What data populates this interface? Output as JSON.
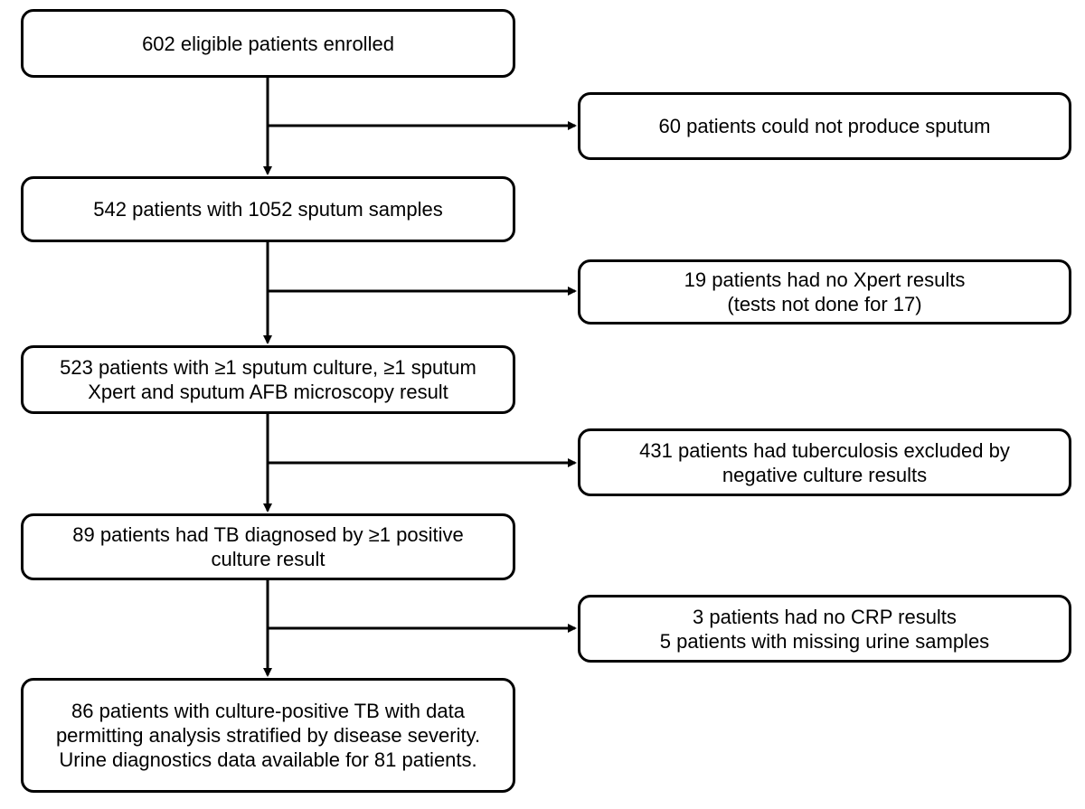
{
  "flowchart": {
    "main_steps": [
      {
        "lines": [
          "602 eligible patients enrolled"
        ]
      },
      {
        "lines": [
          "542 patients with 1052 sputum samples"
        ]
      },
      {
        "lines": [
          "523 patients with ≥1 sputum culture, ≥1 sputum",
          "Xpert and sputum AFB microscopy result"
        ]
      },
      {
        "lines": [
          "89  patients had TB diagnosed by ≥1 positive",
          "culture result"
        ]
      },
      {
        "lines": [
          "86 patients with culture-positive TB with data",
          "permitting analysis stratified by disease severity.",
          "Urine diagnostics data available for 81 patients."
        ]
      }
    ],
    "exclusions": [
      {
        "lines": [
          "60 patients could not produce sputum"
        ]
      },
      {
        "lines": [
          "19 patients had no Xpert results",
          "(tests not done for 17)"
        ]
      },
      {
        "lines": [
          "431 patients had tuberculosis excluded by",
          "negative culture results"
        ]
      },
      {
        "lines": [
          "3 patients had no CRP results",
          "5 patients with missing urine samples"
        ]
      }
    ]
  },
  "style": {
    "box_border": "#000000",
    "box_fill": "#ffffff",
    "arrow_color": "#000000",
    "text_color": "#000000"
  }
}
